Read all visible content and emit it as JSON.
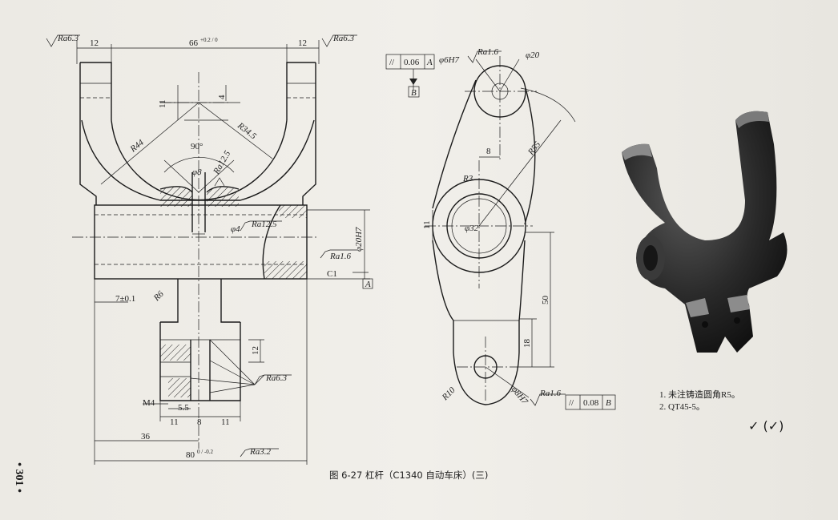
{
  "caption": "图 6-27   杠杆（C1340 自动车床）(三)",
  "page_number": "• 301 •",
  "notes": [
    "1. 未注铸造圆角R5。",
    "2. QT45-5。"
  ],
  "check_marks": "✓ (✓)",
  "front_view": {
    "roughness_left": "Ra6.3",
    "roughness_right": "Ra6.3",
    "dim_top_left": "12",
    "dim_top_mid": "66",
    "dim_top_mid_tol": "+0.2 / 0",
    "dim_top_right": "12",
    "dim_11": "11",
    "dim_4": "4",
    "dim_R44": "R44",
    "dim_R34_5": "R34.5",
    "dim_90": "90°",
    "dim_phi8": "φ8",
    "dim_Ra12_5_a": "Ra12.5",
    "dim_phi4": "φ4",
    "dim_Ra12_5_b": "Ra12.5",
    "dim_phi20H7": "φ20H7",
    "dim_Ra1_6": "Ra1.6",
    "dim_C1": "C1",
    "datum_A": "A",
    "dim_7": "7±0.1",
    "dim_R6": "R6",
    "dim_12": "12",
    "dim_Ra6_3": "Ra6.3",
    "dim_M4": "M4",
    "dim_5_5": "5.5",
    "dim_11a": "11",
    "dim_8": "8",
    "dim_11b": "11",
    "dim_36": "36",
    "dim_80": "80",
    "dim_80_tol": "0 / -0.2",
    "dim_Ra3_2": "Ra3.2"
  },
  "side_view": {
    "tol_symbol": "//",
    "tol_value_top": "0.06",
    "tol_datum_top": "A",
    "datum_B": "B",
    "dim_phi6H7": "φ6H7",
    "dim_Ra1_6_top": "Ra1.6",
    "dim_phi20": "φ20",
    "dim_8": "8",
    "dim_R55": "R55",
    "dim_R3": "R3",
    "dim_11": "11",
    "dim_phi32": "φ32",
    "dim_50": "50",
    "dim_18": "18",
    "dim_R10": "R10",
    "dim_phi8H7": "φ8H7",
    "dim_Ra1_6_bot": "Ra1.6",
    "tol_value_bot": "0.08",
    "tol_datum_bot": "B"
  }
}
